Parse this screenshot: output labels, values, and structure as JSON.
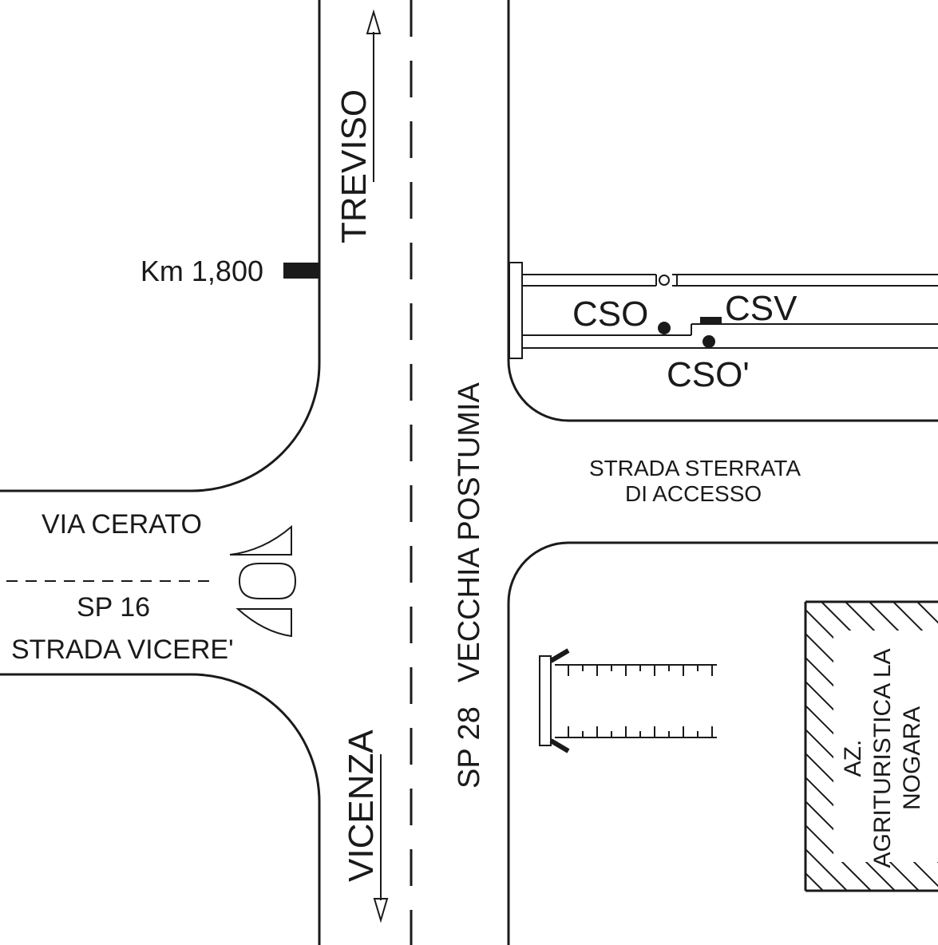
{
  "map": {
    "colors": {
      "ink": "#1a1a1a",
      "background": "#ffffff"
    },
    "labels": {
      "km_marker": "Km 1,800",
      "direction_north": "TREVISO",
      "direction_south": "VICENZA",
      "main_road_name": "VECCHIA POSTUMIA",
      "main_road_code": "SP 28",
      "side_road_west_name": "VIA CERATO",
      "side_road_west_code": "SP 16",
      "side_road_west_alt": "STRADA VICERE'",
      "east_road_line1": "STRADA STERRATA",
      "east_road_line2": "DI ACCESSO",
      "station_cso": "CSO",
      "station_csv": "CSV",
      "station_cso_prime": "CSO'",
      "farm_line1": "AZ.",
      "farm_line2": "AGRITURISTICA LA",
      "farm_line3": "NOGARA"
    }
  }
}
